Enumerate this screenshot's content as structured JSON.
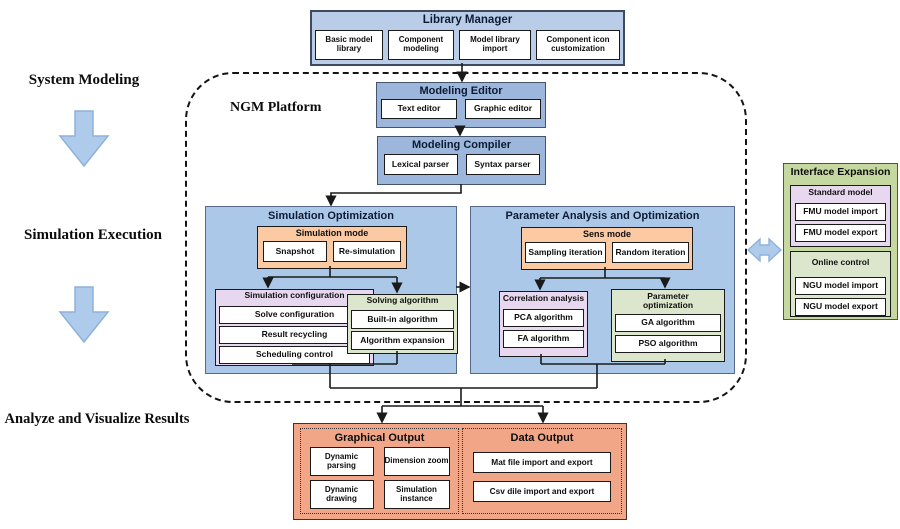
{
  "stages": [
    "System Modeling",
    "Simulation Execution",
    "Analyze and Visualize Results"
  ],
  "platform_label": "NGM Platform",
  "library_manager": {
    "title": "Library Manager",
    "items": [
      "Basic model library",
      "Component modeling",
      "Model library import",
      "Component icon customization"
    ]
  },
  "modeling_editor": {
    "title": "Modeling Editor",
    "items": [
      "Text editor",
      "Graphic editor"
    ]
  },
  "modeling_compiler": {
    "title": "Modeling Compiler",
    "items": [
      "Lexical parser",
      "Syntax parser"
    ]
  },
  "simulation_optimization": {
    "title": "Simulation Optimization",
    "simulation_mode": {
      "title": "Simulation mode",
      "items": [
        "Snapshot",
        "Re-simulation"
      ]
    },
    "simulation_configuration": {
      "title": "Simulation configuration",
      "items": [
        "Solve configuration",
        "Result recycling",
        "Scheduling control"
      ]
    },
    "solving_algorithm": {
      "title": "Solving algorithm",
      "items": [
        "Built-in algorithm",
        "Algorithm expansion"
      ]
    }
  },
  "parameter_analysis": {
    "title": "Parameter Analysis and Optimization",
    "sens_mode": {
      "title": "Sens mode",
      "items": [
        "Sampling iteration",
        "Random iteration"
      ]
    },
    "correlation_analysis": {
      "title": "Correlation analysis",
      "items": [
        "PCA algorithm",
        "FA algorithm"
      ]
    },
    "parameter_optimization": {
      "title": "Parameter optimization",
      "items": [
        "GA algorithm",
        "PSO algorithm"
      ]
    }
  },
  "interface_expansion": {
    "title": "Interface Expansion",
    "standard_model": {
      "title": "Standard model",
      "items": [
        "FMU model import",
        "FMU model export"
      ]
    },
    "online_control": {
      "title": "Online control",
      "items": [
        "NGU model import",
        "NGU model export"
      ]
    }
  },
  "graphical_output": {
    "title": "Graphical Output",
    "items": [
      "Dynamic parsing",
      "Dimension zoom",
      "Dynamic drawing",
      "Simulation instance"
    ]
  },
  "data_output": {
    "title": "Data Output",
    "items": [
      "Mat file import and export",
      "Csv dile import and export"
    ]
  },
  "colors": {
    "light_blue_box": "#b9cde9",
    "mid_blue_box": "#9cb6dc",
    "panel_blue": "#abc8e9",
    "peach_group": "#fbc9a2",
    "lavender_header": "#e7d8ef",
    "green_header": "#dbe6cc",
    "interface_green": "#c5d8a0",
    "output_salmon": "#f1a787",
    "fat_arrow_blue": "#afcbec",
    "line_black": "#1a1a1a"
  }
}
